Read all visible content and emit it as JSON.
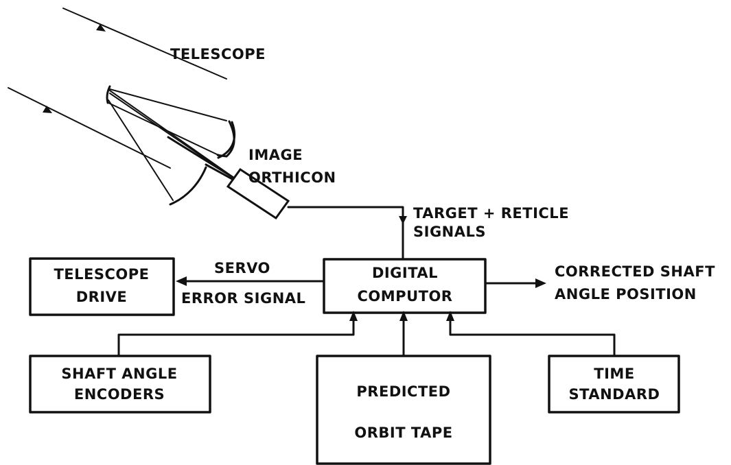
{
  "labels": {
    "telescope": "TELESCOPE",
    "image_orthicon": [
      "IMAGE",
      "ORTHICON"
    ],
    "target_reticle": [
      "TARGET + RETICLE",
      "SIGNALS"
    ],
    "servo_error": [
      "SERVO",
      "ERROR SIGNAL"
    ],
    "corrected_output": [
      "CORRECTED SHAFT",
      "ANGLE POSITION"
    ]
  },
  "blocks": {
    "telescope_drive": [
      "TELESCOPE",
      "DRIVE"
    ],
    "digital_computer": [
      "DIGITAL",
      "COMPUTOR"
    ],
    "shaft_angle_encoders": [
      "SHAFT ANGLE",
      "ENCODERS"
    ],
    "predicted_orbit_tape": [
      "PREDICTED",
      "ORBIT TAPE"
    ],
    "time_standard": [
      "TIME",
      "STANDARD"
    ]
  },
  "colors": {
    "ink": "#111111",
    "paper": "#ffffff"
  }
}
